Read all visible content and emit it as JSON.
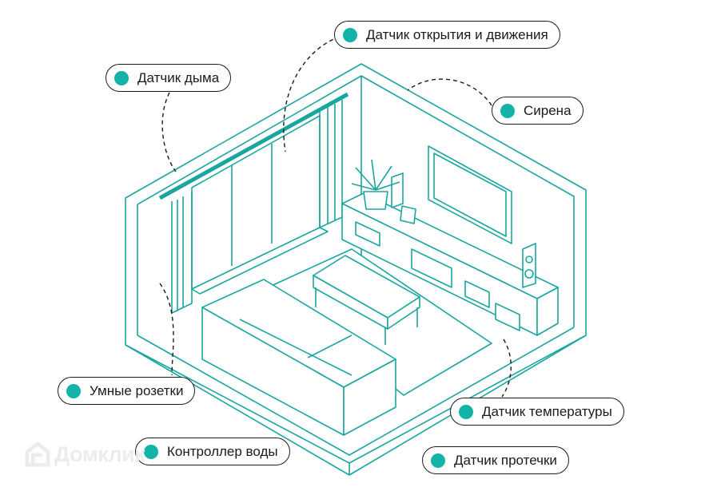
{
  "labels": {
    "opening_motion": "Датчик открытия и движения",
    "smoke": "Датчик дыма",
    "siren": "Сирена",
    "sockets": "Умные розетки",
    "temperature": "Датчик температуры",
    "water_controller": "Контроллер воды",
    "leak": "Датчик протечки"
  },
  "watermark": "Домклик",
  "colors": {
    "accent": "#14b3a8",
    "line": "#1aa6a0",
    "outline": "#1a1a1a"
  }
}
